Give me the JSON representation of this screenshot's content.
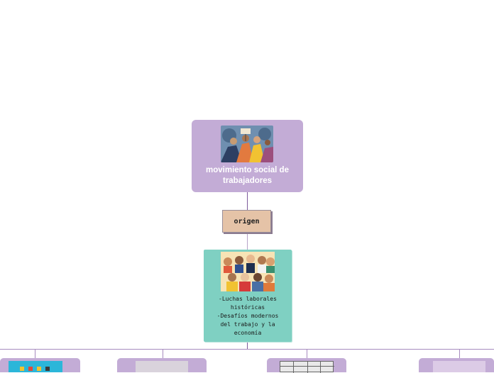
{
  "root": {
    "label": "movimiento social de trabajadores",
    "image": "workers-illustration"
  },
  "connector": {
    "label": "origen"
  },
  "topic": {
    "text": "-Luchas laborales\nhistóricas\n  -Desafíos modernos\ndel trabajo y la\neconomía",
    "image": "diverse-workers-group"
  },
  "colors": {
    "root_bg": "#c3acd6",
    "connector_bg": "#e5c3a7",
    "topic_bg": "#7fd0c2",
    "line": "#7d5a9c"
  },
  "bottom_nodes": [
    {
      "name": "child-node-1",
      "image": "colorful-grid-image"
    },
    {
      "name": "child-node-2",
      "image": "blurred-image"
    },
    {
      "name": "child-node-3",
      "image": "document-table-image"
    },
    {
      "name": "child-node-4",
      "image": "light-image"
    }
  ]
}
